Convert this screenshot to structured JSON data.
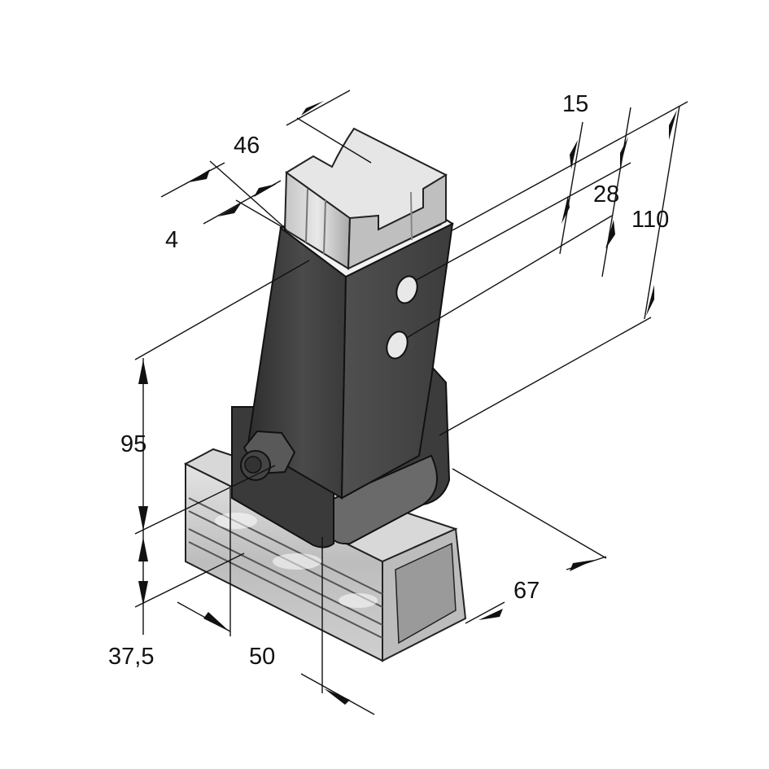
{
  "dimensions": {
    "d46": "46",
    "d4": "4",
    "d15": "15",
    "d28": "28",
    "d110": "110",
    "d95": "95",
    "d37_5": "37,5",
    "d50": "50",
    "d67": "67"
  },
  "colors": {
    "bracket_dark": "#3a3a3a",
    "bracket_mid": "#5a5a5a",
    "channel_light": "#cfcfcf",
    "channel_mid": "#a8a8a8",
    "line": "#111111"
  }
}
